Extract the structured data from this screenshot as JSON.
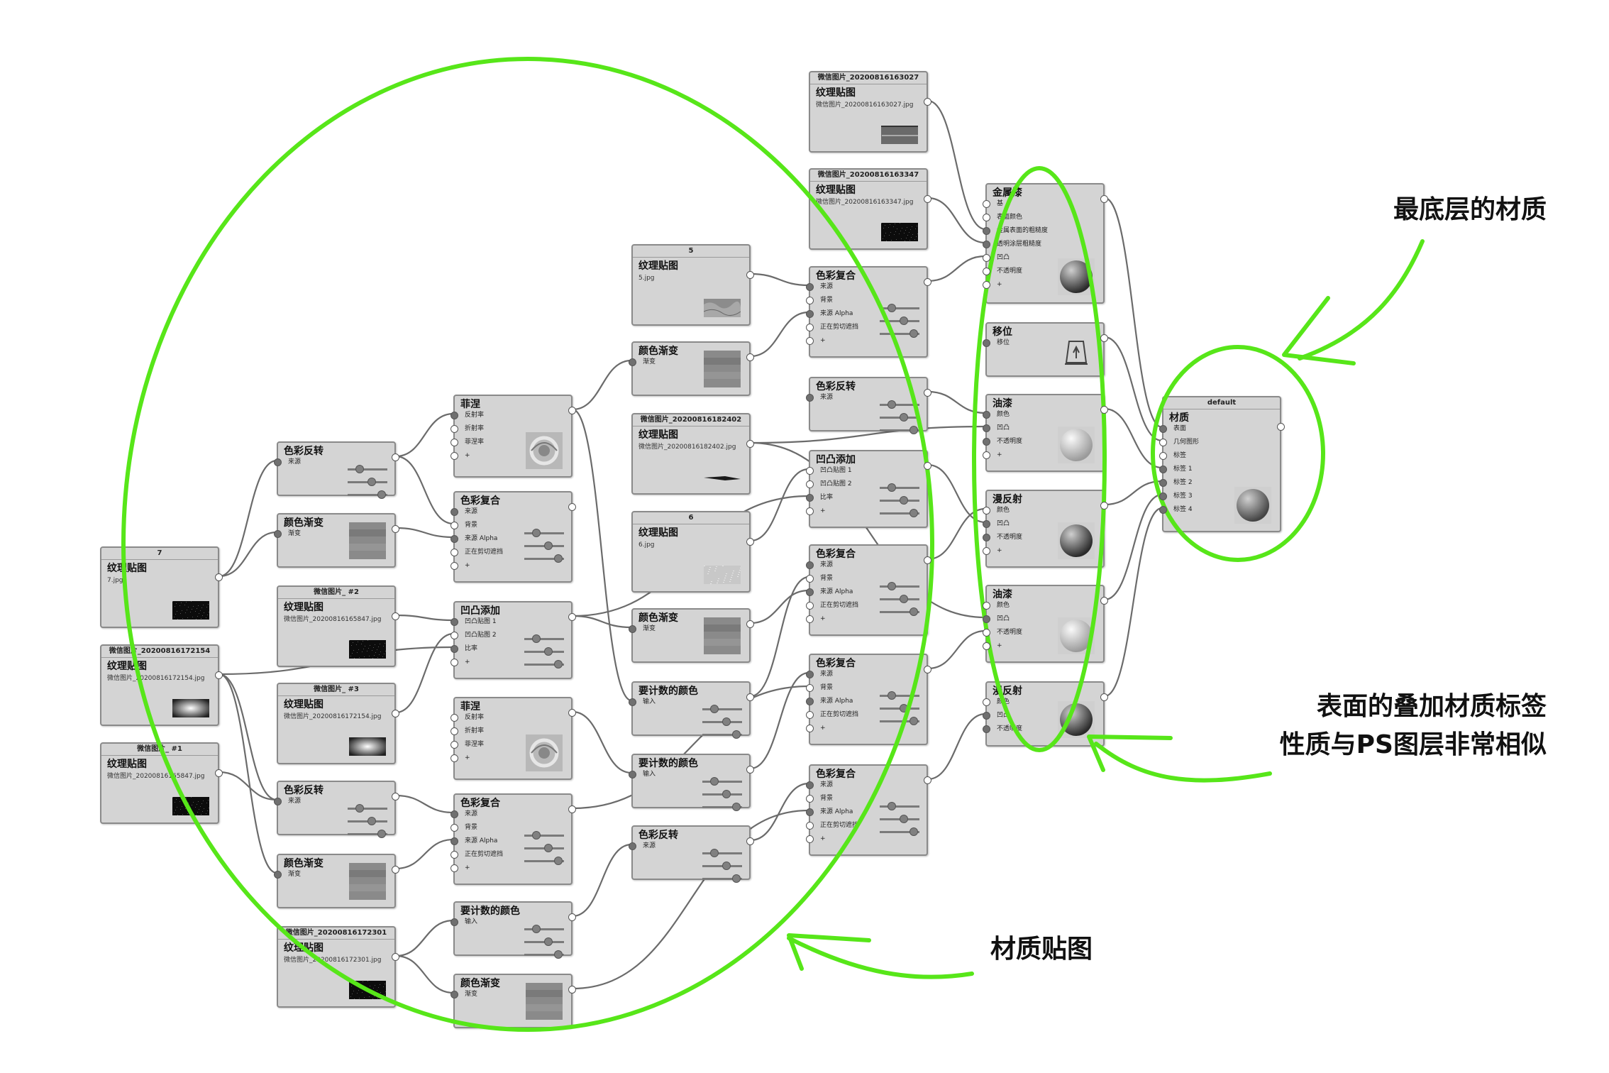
{
  "annotations": {
    "bottom_material": "最底层的材质",
    "surface_line1": "表面的叠加材质标签",
    "surface_line2": "性质与PS图层非常相似",
    "texture_maps": "材质贴图"
  },
  "nodes": {
    "n7": {
      "header": "7",
      "title": "纹理贴图",
      "file": "7.jpg"
    },
    "n154": {
      "header": "微信图片_20200816172154",
      "title": "纹理贴图",
      "file": "微信图片_20200816172154.jpg"
    },
    "n1": {
      "header": "微信图片_ #1",
      "title": "纹理贴图",
      "file": "微信图片_20200816165847.jpg"
    },
    "cf1": {
      "title": "色彩反转",
      "rows": [
        "来源"
      ]
    },
    "gr1": {
      "title": "颜色渐变",
      "rows": [
        "渐变"
      ]
    },
    "n2": {
      "header": "微信图片_ #2",
      "title": "纹理贴图",
      "file": "微信图片_20200816165847.jpg"
    },
    "n3": {
      "header": "微信图片_ #3",
      "title": "纹理贴图",
      "file": "微信图片_20200816172154.jpg"
    },
    "cf2": {
      "title": "色彩反转",
      "rows": [
        "来源"
      ]
    },
    "gr2": {
      "title": "颜色渐变",
      "rows": [
        "渐变"
      ]
    },
    "n301": {
      "header": "微信图片_20200816172301",
      "title": "纹理贴图",
      "file": "微信图片_20200816172301.jpg"
    },
    "fr1": {
      "title": "菲涅",
      "rows": [
        "反射率",
        "折射率",
        "菲涅率",
        "+"
      ]
    },
    "cc1": {
      "title": "色彩复合",
      "rows": [
        "来源",
        "背景",
        "来源 Alpha",
        "正在剪切遮挡",
        "+"
      ]
    },
    "bump1": {
      "title": "凹凸添加",
      "rows": [
        "凹凸贴图 1",
        "凹凸贴图 2",
        "比率",
        "+"
      ]
    },
    "fr2": {
      "title": "菲涅",
      "rows": [
        "反射率",
        "折射率",
        "菲涅率",
        "+"
      ]
    },
    "cc2": {
      "title": "色彩复合",
      "rows": [
        "来源",
        "背景",
        "来源 Alpha",
        "正在剪切遮挡",
        "+"
      ]
    },
    "mc1": {
      "title": "要计数的颜色",
      "rows": [
        "输入"
      ]
    },
    "gr3": {
      "title": "颜色渐变",
      "rows": [
        "渐变"
      ]
    },
    "n5": {
      "header": "5",
      "title": "纹理贴图",
      "file": "5.jpg"
    },
    "gr4": {
      "title": "颜色渐变",
      "rows": [
        "渐变"
      ]
    },
    "n402": {
      "header": "微信图片_20200816182402",
      "title": "纹理贴图",
      "file": "微信图片_20200816182402.jpg"
    },
    "n6": {
      "header": "6",
      "title": "纹理贴图",
      "file": "6.jpg"
    },
    "gr5": {
      "title": "颜色渐变",
      "rows": [
        "渐变"
      ]
    },
    "mc2": {
      "title": "要计数的颜色",
      "rows": [
        "输入"
      ]
    },
    "mc3": {
      "title": "要计数的颜色",
      "rows": [
        "输入"
      ]
    },
    "cf3": {
      "title": "色彩反转",
      "rows": [
        "来源"
      ]
    },
    "n027": {
      "header": "微信图片_20200816163027",
      "title": "纹理贴图",
      "file": "微信图片_20200816163027.jpg"
    },
    "n347": {
      "header": "微信图片_20200816163347",
      "title": "纹理贴图",
      "file": "微信图片_20200816163347.jpg"
    },
    "cc3": {
      "title": "色彩复合",
      "rows": [
        "来源",
        "背景",
        "来源 Alpha",
        "正在剪切遮挡",
        "+"
      ]
    },
    "cf4": {
      "title": "色彩反转",
      "rows": [
        "来源"
      ]
    },
    "bump2": {
      "title": "凹凸添加",
      "rows": [
        "凹凸贴图 1",
        "凹凸贴图 2",
        "比率",
        "+"
      ]
    },
    "cc4": {
      "title": "色彩复合",
      "rows": [
        "来源",
        "背景",
        "来源 Alpha",
        "正在剪切遮挡",
        "+"
      ]
    },
    "cc5": {
      "title": "色彩复合",
      "rows": [
        "来源",
        "背景",
        "来源 Alpha",
        "正在剪切遮挡",
        "+"
      ]
    },
    "cc6": {
      "title": "色彩复合",
      "rows": [
        "来源",
        "背景",
        "来源 Alpha",
        "正在剪切遮挡",
        "+"
      ]
    },
    "metal": {
      "title": "金属漆",
      "rows": [
        "基",
        "表面颜色",
        "金属表面的粗糙度",
        "透明涂层粗糙度",
        "凹凸",
        "不透明度",
        "+"
      ]
    },
    "disp": {
      "title": "移位",
      "rows": [
        "移位"
      ]
    },
    "lac1": {
      "title": "油漆",
      "rows": [
        "颜色",
        "凹凸",
        "不透明度",
        "+"
      ]
    },
    "diff1": {
      "title": "漫反射",
      "rows": [
        "颜色",
        "凹凸",
        "不透明度",
        "+"
      ]
    },
    "lac2": {
      "title": "油漆",
      "rows": [
        "颜色",
        "凹凸",
        "不透明度",
        "+"
      ]
    },
    "diff2": {
      "title": "漫反射",
      "rows": [
        "颜色",
        "凹凸",
        "不透明度"
      ]
    },
    "def": {
      "header": "default",
      "title": "材质",
      "rows": [
        "表面",
        "几何图形",
        "标签",
        "标签 1",
        "标签 2",
        "标签 3",
        "标签 4"
      ]
    }
  }
}
